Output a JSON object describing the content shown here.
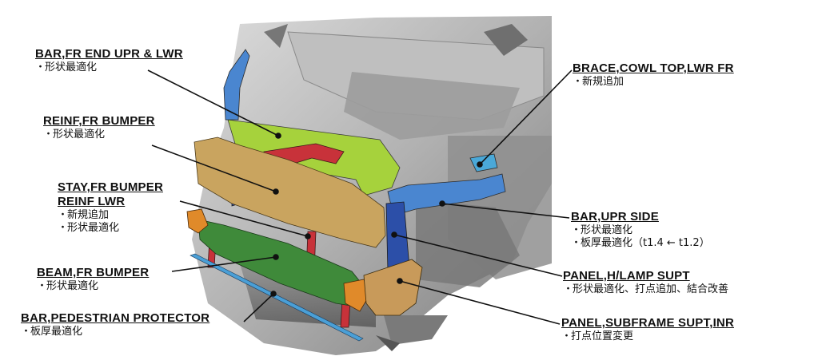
{
  "parts": [
    {
      "id": "bar-fr-end",
      "title_lines": [
        "BAR,FR END UPR & LWR"
      ],
      "notes": [
        "形状最適化"
      ]
    },
    {
      "id": "reinf-fr-bumper",
      "title_lines": [
        "REINF,FR BUMPER"
      ],
      "notes": [
        "形状最適化"
      ]
    },
    {
      "id": "stay-fr-bumper",
      "title_lines": [
        "STAY,FR BUMPER",
        "REINF LWR"
      ],
      "notes": [
        "新規追加",
        "形状最適化"
      ]
    },
    {
      "id": "beam-fr-bumper",
      "title_lines": [
        "BEAM,FR BUMPER"
      ],
      "notes": [
        "形状最適化"
      ]
    },
    {
      "id": "bar-pedestrian",
      "title_lines": [
        "BAR,PEDESTRIAN PROTECTOR"
      ],
      "notes": [
        "板厚最適化"
      ]
    },
    {
      "id": "brace-cowl",
      "title_lines": [
        "BRACE,COWL TOP,LWR FR"
      ],
      "notes": [
        "新規追加"
      ]
    },
    {
      "id": "bar-upr-side",
      "title_lines": [
        "BAR,UPR SIDE"
      ],
      "notes": [
        "形状最適化",
        "板厚最適化（t1.4 ← t1.2）"
      ]
    },
    {
      "id": "panel-hlamp",
      "title_lines": [
        "PANEL,H/LAMP SUPT"
      ],
      "notes": [
        "形状最適化、打点追加、結合改善"
      ]
    },
    {
      "id": "panel-subframe",
      "title_lines": [
        "PANEL,SUBFRAME SUPT,INR"
      ],
      "notes": [
        "打点位置変更"
      ]
    }
  ],
  "bullet": "・",
  "colors": {
    "bar_fr_end": "#a6d23c",
    "reinf_bumper": "#c9a45f",
    "stay": "#c8323a",
    "beam": "#3f8a3a",
    "pedestrian_bar": "#4a9fd6",
    "cowl_brace": "#4aa8d8",
    "upr_side": "#4a86d0",
    "hlamp": "#2c4fa8",
    "subframe": "#c89a5a",
    "end_brackets": "#e08a2a",
    "body_gray": "#9a9a9a"
  }
}
